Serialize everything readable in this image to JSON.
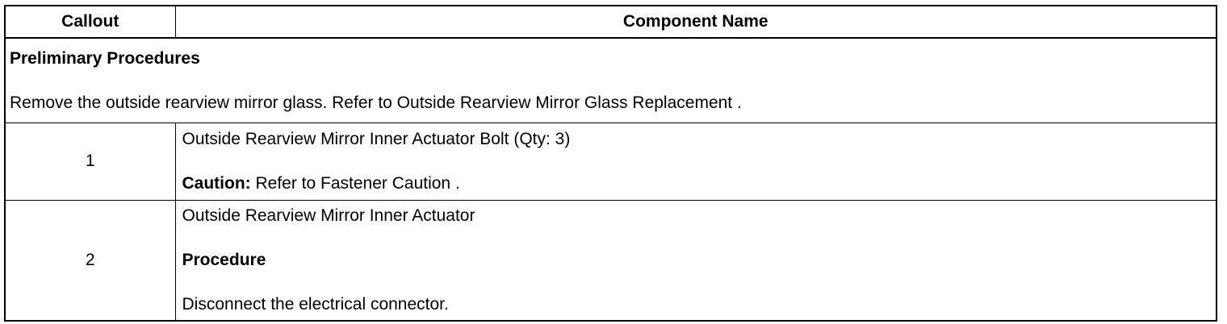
{
  "table": {
    "headers": {
      "callout": "Callout",
      "component_name": "Component Name"
    },
    "preliminary": {
      "heading": "Preliminary Procedures",
      "text": "Remove the outside rearview mirror glass. Refer to Outside Rearview Mirror Glass Replacement ."
    },
    "rows": [
      {
        "callout": "1",
        "name": "Outside Rearview Mirror Inner Actuator Bolt (Qty: 3)",
        "caution_label": "Caution:",
        "caution_text": " Refer to Fastener Caution ."
      },
      {
        "callout": "2",
        "name": "Outside Rearview Mirror Inner Actuator",
        "procedure_heading": "Procedure",
        "procedure_text": "Disconnect the electrical connector."
      }
    ]
  }
}
